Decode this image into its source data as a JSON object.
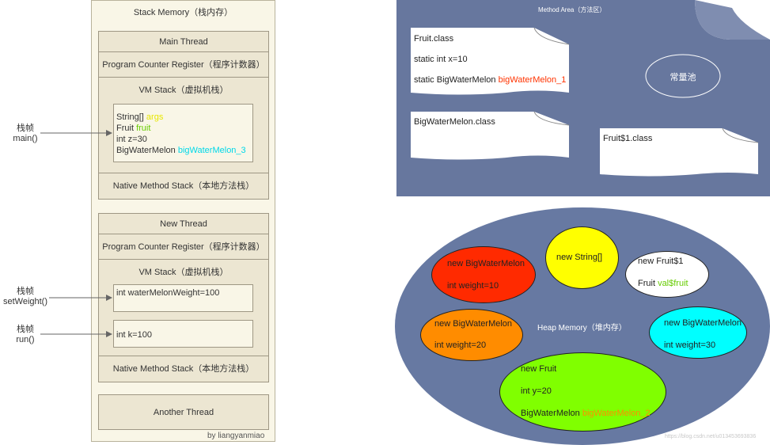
{
  "stack": {
    "title": "Stack Memory（栈内存）",
    "author": "by liangyanmiao",
    "main_thread": {
      "title": "Main Thread",
      "pc": "Program Counter Register（程序计数器）",
      "vm": "VM Stack（虚拟机栈）",
      "native": "Native Method Stack（本地方法栈）",
      "frame": {
        "line1_type": "String[]",
        "line1_var": "args",
        "line2_type": "Fruit",
        "line2_var": "fruit",
        "line3": "int z=30",
        "line4_type": "BigWaterMelon",
        "line4_var": "bigWaterMelon_3"
      }
    },
    "new_thread": {
      "title": "New Thread",
      "pc": "Program Counter Register（程序计数器）",
      "vm": "VM Stack（虚拟机栈）",
      "native": "Native Method Stack（本地方法栈）",
      "frame1": "int waterMelonWeight=100",
      "frame2": "int k=100"
    },
    "another_thread": "Another Thread"
  },
  "frame_labels": [
    {
      "line1": "栈帧",
      "line2": "main()"
    },
    {
      "line1": "栈帧",
      "line2": "setWeight()"
    },
    {
      "line1": "栈帧",
      "line2": "run()"
    }
  ],
  "method_area": {
    "title": "Method Area（方法区）",
    "fruit_class": {
      "name": "Fruit.class",
      "field1": "static int x=10",
      "field2_type": "static BigWaterMelon",
      "field2_var": "bigWaterMelon_1"
    },
    "bwm_class": "BigWaterMelon.class",
    "fruit1_class": "Fruit$1.class",
    "constant_pool": "常量池"
  },
  "heap": {
    "title": "Heap Memory（堆内存）",
    "red": {
      "line1": "new BigWaterMelon",
      "line2": "int weight=10"
    },
    "yellow": {
      "line1": "new String[]"
    },
    "white": {
      "line1": "new Fruit$1",
      "line2_type": "Fruit",
      "line2_var": "val$fruit"
    },
    "orange": {
      "line1": "new BigWaterMelon",
      "line2": "int weight=20"
    },
    "cyan": {
      "line1": "new BigWaterMelon",
      "line2": "int weight=30"
    },
    "green": {
      "line1": "new Fruit",
      "line2": "int y=20",
      "line3_type": "BigWaterMelon",
      "line3_var": "bigWaterMelon_2"
    }
  },
  "colors": {
    "method_area_bg": "#67779e",
    "heap_bg": "#6779a2",
    "red": "#ff2a00",
    "yellow": "#ffff00",
    "orange": "#ff8c00",
    "cyan": "#00ffff",
    "green": "#80ff00",
    "var_yellow": "#e8e800",
    "var_green": "#66cc00",
    "var_cyan": "#00d8e8",
    "var_red": "#ff3300",
    "var_orange": "#ff8c00"
  },
  "watermark": "https://blog.csdn.net/u013453693836"
}
